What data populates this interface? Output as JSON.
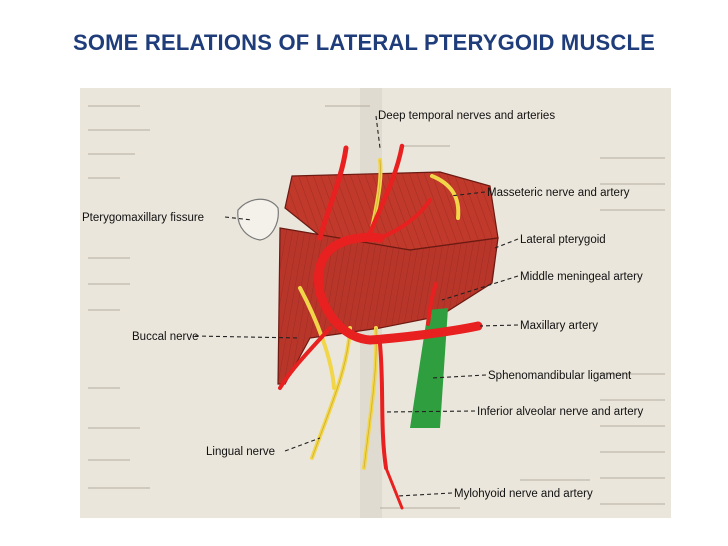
{
  "title": "SOME RELATIONS OF LATERAL PTERYGOID MUSCLE",
  "labels": {
    "deep_temporal": "Deep temporal nerves and arteries",
    "masseteric": "Masseteric nerve and artery",
    "pterygomaxillary": "Pterygomaxillary fissure",
    "lateral_pterygoid": "Lateral pterygoid",
    "middle_meningeal": "Middle meningeal artery",
    "maxillary": "Maxillary artery",
    "buccal": "Buccal nerve",
    "sphenomandibular": "Sphenomandibular ligament",
    "inferior_alveolar": "Inferior alveolar nerve and artery",
    "lingual": "Lingual nerve",
    "mylohyoid": "Mylohyoid nerve and artery"
  },
  "colors": {
    "title": "#1f3d7a",
    "muscle": "#c0392b",
    "artery": "#e8201f",
    "nerve": "#f2d64a",
    "ligament": "#2e9e3e",
    "paper": "#ebe6dc"
  }
}
